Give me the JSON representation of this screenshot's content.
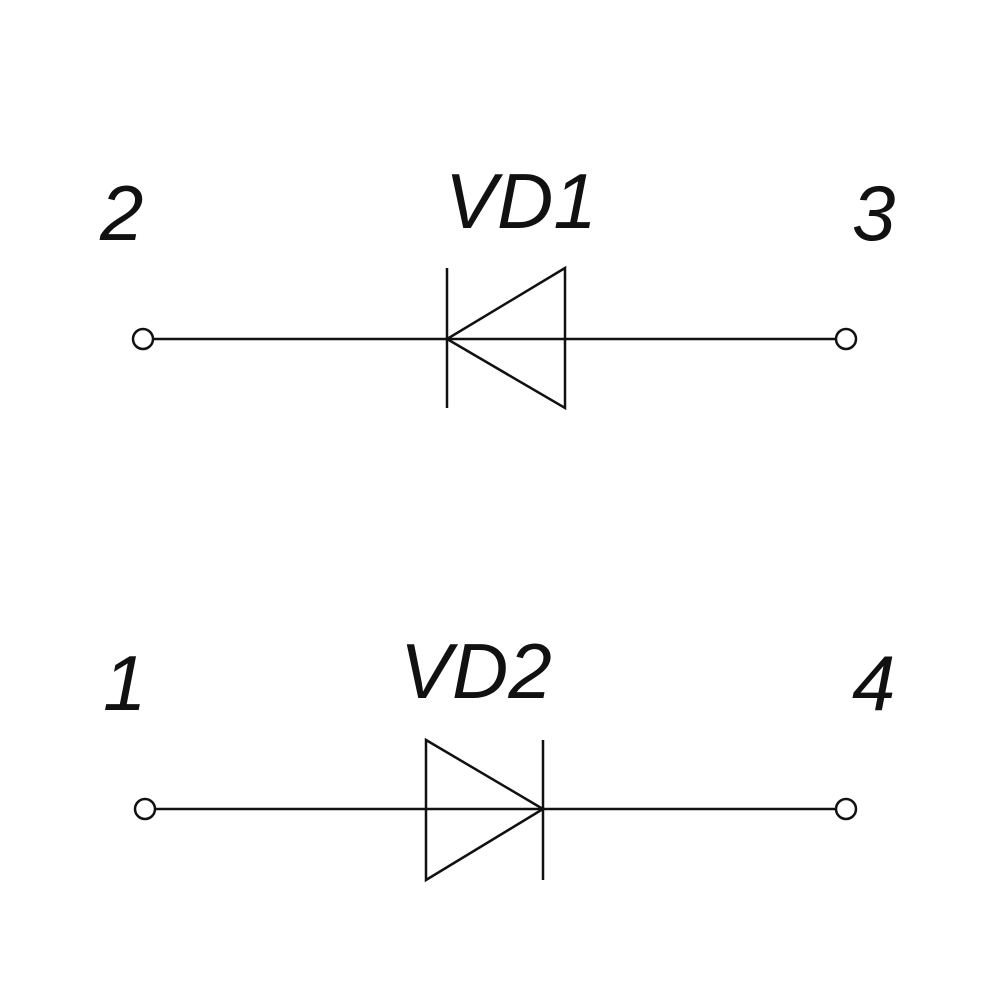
{
  "diodes": [
    {
      "designator": "VD1",
      "left_pin": "2",
      "right_pin": "3",
      "orientation": "cathode-left"
    },
    {
      "designator": "VD2",
      "left_pin": "1",
      "right_pin": "4",
      "orientation": "cathode-right"
    }
  ]
}
